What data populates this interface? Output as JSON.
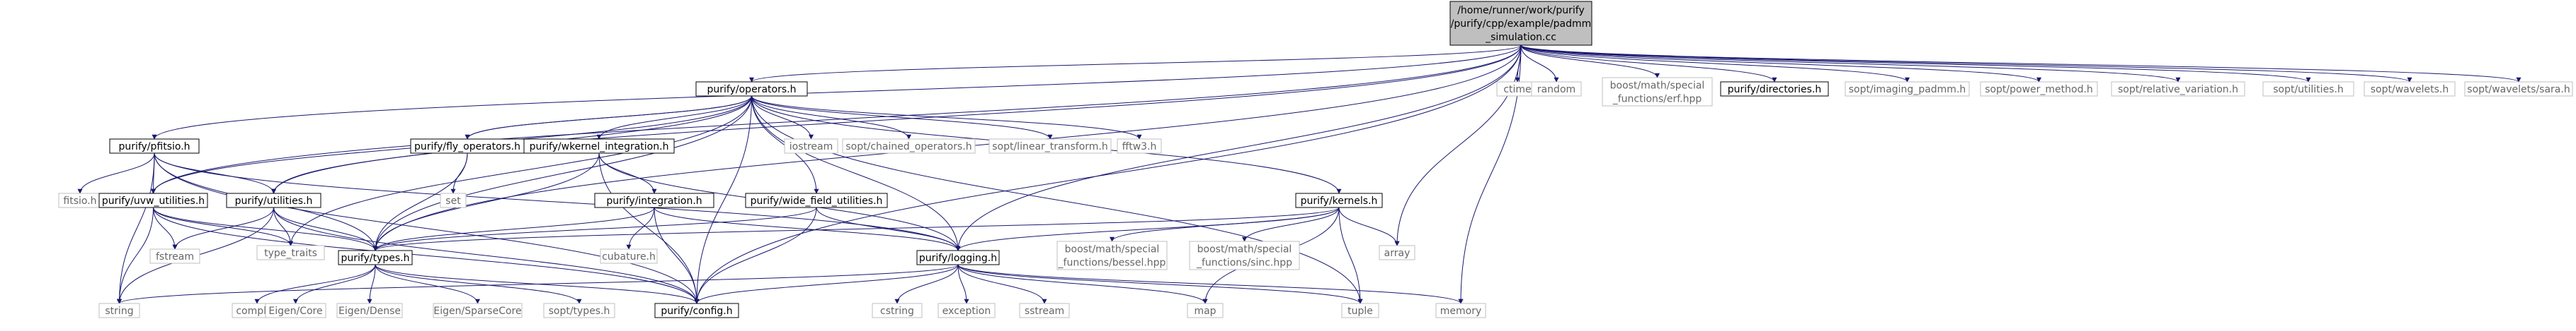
{
  "nodes": {
    "root": "/home/runner/work/purify\n/purify/cpp/example/padmm\n_simulation.cc",
    "operators": "purify/operators.h",
    "pfitsio": "purify/pfitsio.h",
    "ctime": "ctime",
    "random": "random",
    "erf": "boost/math/special\n_functions/erf.hpp",
    "directories": "purify/directories.h",
    "imaging_padmm": "sopt/imaging_padmm.h",
    "power_method": "sopt/power_method.h",
    "relative_variation": "sopt/relative_variation.h",
    "sopt_utilities": "sopt/utilities.h",
    "wavelets": "sopt/wavelets.h",
    "sara": "sopt/wavelets/sara.h",
    "fly_operators": "purify/fly_operators.h",
    "iostream": "iostream",
    "chained_operators": "sopt/chained_operators.h",
    "linear_transform": "sopt/linear_transform.h",
    "fftw3": "fftw3.h",
    "wkernel_integration": "purify/wkernel_integration.h",
    "kernels": "purify/kernels.h",
    "set": "set",
    "fitsio": "fitsio.h",
    "uvw_utilities": "purify/uvw_utilities.h",
    "utilities": "purify/utilities.h",
    "integration": "purify/integration.h",
    "wide_field_utilities": "purify/wide_field_utilities.h",
    "array": "array",
    "bessel": "boost/math/special\n_functions/bessel.hpp",
    "sinc": "boost/math/special\n_functions/sinc.hpp",
    "fstream": "fstream",
    "type_traits": "type_traits",
    "types": "purify/types.h",
    "cubature": "cubature.h",
    "logging": "purify/logging.h",
    "string": "string",
    "complex": "complex",
    "eigen_core": "Eigen/Core",
    "eigen_dense": "Eigen/Dense",
    "eigen_sparse": "Eigen/SparseCore",
    "sopt_types": "sopt/types.h",
    "config": "purify/config.h",
    "cstring": "cstring",
    "exception": "exception",
    "sstream": "sstream",
    "map": "map",
    "tuple": "tuple",
    "memory": "memory"
  },
  "edges": [
    [
      "root",
      "operators"
    ],
    [
      "root",
      "pfitsio"
    ],
    [
      "root",
      "ctime"
    ],
    [
      "root",
      "random"
    ],
    [
      "root",
      "erf"
    ],
    [
      "root",
      "directories"
    ],
    [
      "root",
      "imaging_padmm"
    ],
    [
      "root",
      "power_method"
    ],
    [
      "root",
      "relative_variation"
    ],
    [
      "root",
      "sopt_utilities"
    ],
    [
      "root",
      "wavelets"
    ],
    [
      "root",
      "sara"
    ],
    [
      "root",
      "types"
    ],
    [
      "root",
      "utilities"
    ],
    [
      "root",
      "logging"
    ],
    [
      "root",
      "config"
    ],
    [
      "root",
      "array"
    ],
    [
      "root",
      "memory"
    ],
    [
      "root",
      "uvw_utilities"
    ],
    [
      "operators",
      "fly_operators"
    ],
    [
      "operators",
      "iostream"
    ],
    [
      "operators",
      "chained_operators"
    ],
    [
      "operators",
      "linear_transform"
    ],
    [
      "operators",
      "fftw3"
    ],
    [
      "operators",
      "wkernel_integration"
    ],
    [
      "operators",
      "kernels"
    ],
    [
      "operators",
      "uvw_utilities"
    ],
    [
      "operators",
      "utilities"
    ],
    [
      "operators",
      "wide_field_utilities"
    ],
    [
      "operators",
      "types"
    ],
    [
      "operators",
      "logging"
    ],
    [
      "operators",
      "config"
    ],
    [
      "operators",
      "tuple"
    ],
    [
      "operators",
      "type_traits"
    ],
    [
      "fly_operators",
      "set"
    ],
    [
      "fly_operators",
      "types"
    ],
    [
      "fly_operators",
      "operators"
    ],
    [
      "wkernel_integration",
      "integration"
    ],
    [
      "wkernel_integration",
      "types"
    ],
    [
      "wkernel_integration",
      "logging"
    ],
    [
      "wkernel_integration",
      "config"
    ],
    [
      "kernels",
      "array"
    ],
    [
      "kernels",
      "bessel"
    ],
    [
      "kernels",
      "sinc"
    ],
    [
      "kernels",
      "types"
    ],
    [
      "kernels",
      "logging"
    ],
    [
      "kernels",
      "map"
    ],
    [
      "kernels",
      "tuple"
    ],
    [
      "pfitsio",
      "fitsio"
    ],
    [
      "pfitsio",
      "uvw_utilities"
    ],
    [
      "pfitsio",
      "types"
    ],
    [
      "pfitsio",
      "logging"
    ],
    [
      "pfitsio",
      "string"
    ],
    [
      "pfitsio",
      "config"
    ],
    [
      "pfitsio",
      "utilities"
    ],
    [
      "uvw_utilities",
      "fstream"
    ],
    [
      "uvw_utilities",
      "type_traits"
    ],
    [
      "uvw_utilities",
      "types"
    ],
    [
      "uvw_utilities",
      "string"
    ],
    [
      "uvw_utilities",
      "config"
    ],
    [
      "utilities",
      "fstream"
    ],
    [
      "utilities",
      "type_traits"
    ],
    [
      "utilities",
      "types"
    ],
    [
      "utilities",
      "string"
    ],
    [
      "utilities",
      "config"
    ],
    [
      "integration",
      "cubature"
    ],
    [
      "integration",
      "types"
    ],
    [
      "integration",
      "config"
    ],
    [
      "integration",
      "logging"
    ],
    [
      "wide_field_utilities",
      "types"
    ],
    [
      "wide_field_utilities",
      "logging"
    ],
    [
      "wide_field_utilities",
      "config"
    ],
    [
      "types",
      "complex"
    ],
    [
      "types",
      "eigen_core"
    ],
    [
      "types",
      "eigen_dense"
    ],
    [
      "types",
      "eigen_sparse"
    ],
    [
      "types",
      "sopt_types"
    ],
    [
      "types",
      "config"
    ],
    [
      "logging",
      "cstring"
    ],
    [
      "logging",
      "exception"
    ],
    [
      "logging",
      "sstream"
    ],
    [
      "logging",
      "map"
    ],
    [
      "logging",
      "tuple"
    ],
    [
      "logging",
      "memory"
    ],
    [
      "logging",
      "string"
    ],
    [
      "logging",
      "config"
    ]
  ]
}
